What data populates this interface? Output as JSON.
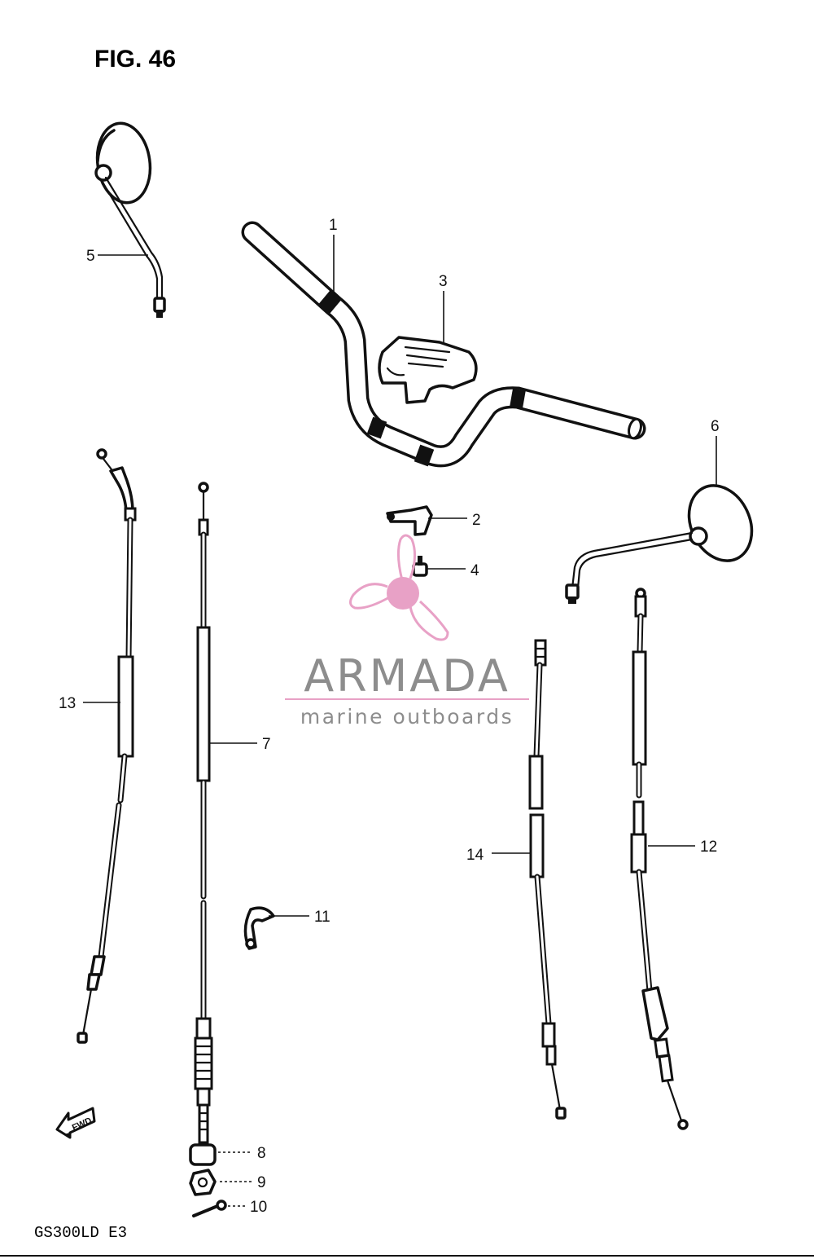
{
  "figure": {
    "title": "FIG. 46",
    "model_code": "GS300LD  E3",
    "fwd_label": "FWD"
  },
  "watermark": {
    "brand": "ARMADA",
    "tagline": "marine outboards",
    "logo_color": "#e8a1c6",
    "text_color": "#8d8d8d"
  },
  "callouts": [
    {
      "id": "1",
      "part": "handlebar"
    },
    {
      "id": "2",
      "part": "holder-bracket"
    },
    {
      "id": "3",
      "part": "handlebar-holder"
    },
    {
      "id": "4",
      "part": "bolt"
    },
    {
      "id": "5",
      "part": "mirror-left"
    },
    {
      "id": "6",
      "part": "mirror-right"
    },
    {
      "id": "7",
      "part": "cable-long"
    },
    {
      "id": "8",
      "part": "cap"
    },
    {
      "id": "9",
      "part": "nut"
    },
    {
      "id": "10",
      "part": "clip"
    },
    {
      "id": "11",
      "part": "clamp"
    },
    {
      "id": "12",
      "part": "cable-right"
    },
    {
      "id": "13",
      "part": "cable-left"
    },
    {
      "id": "14",
      "part": "cable-middle"
    }
  ]
}
